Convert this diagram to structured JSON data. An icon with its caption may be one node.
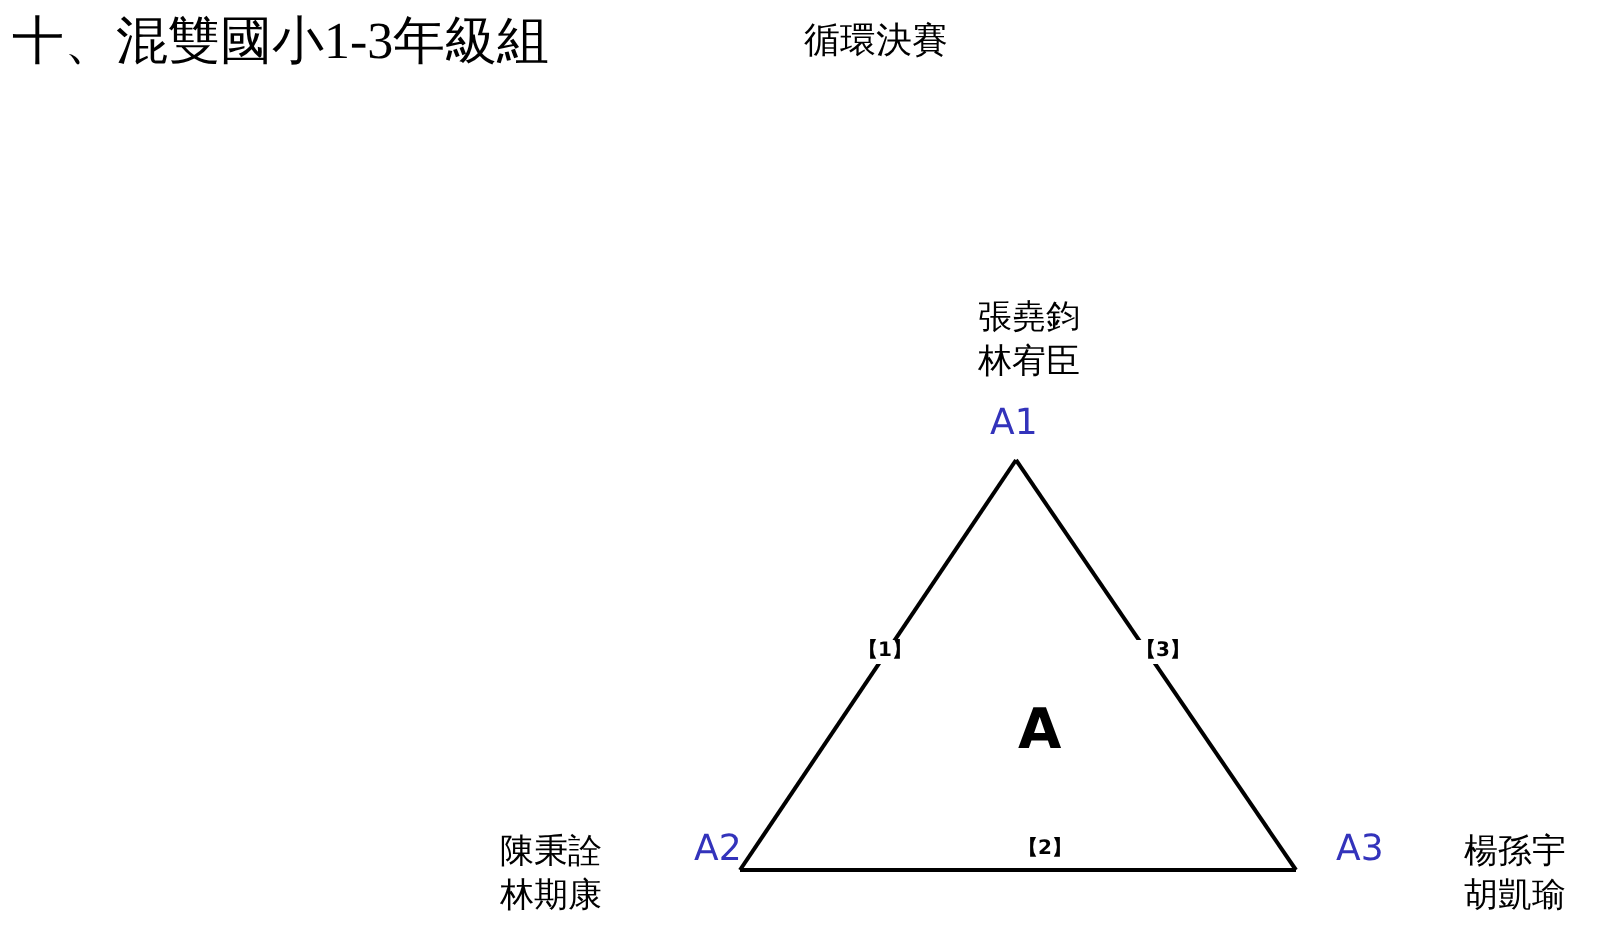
{
  "diagram": {
    "title": "十、混雙國小1-3年級組",
    "nodes": [
      {
        "text": [
          "A1"
        ],
        "beside": [
          "張堯鈞",
          "林宥臣"
        ]
      },
      {
        "text": [
          "A2"
        ],
        "beside": [
          "陳秉詮",
          "林期康"
        ]
      },
      {
        "text": [
          "A3"
        ],
        "beside": [
          "楊孫宇",
          "胡凱瑜"
        ]
      }
    ],
    "edges": [
      {
        "from": 0,
        "to": 1,
        "arrow": "none",
        "label": "【1】"
      },
      {
        "from": 1,
        "to": 2,
        "arrow": "none",
        "label": "【2】"
      },
      {
        "from": 0,
        "to": 2,
        "arrow": "none",
        "label": "【3】"
      }
    ],
    "labels": [
      "循環決賽",
      "A"
    ]
  }
}
